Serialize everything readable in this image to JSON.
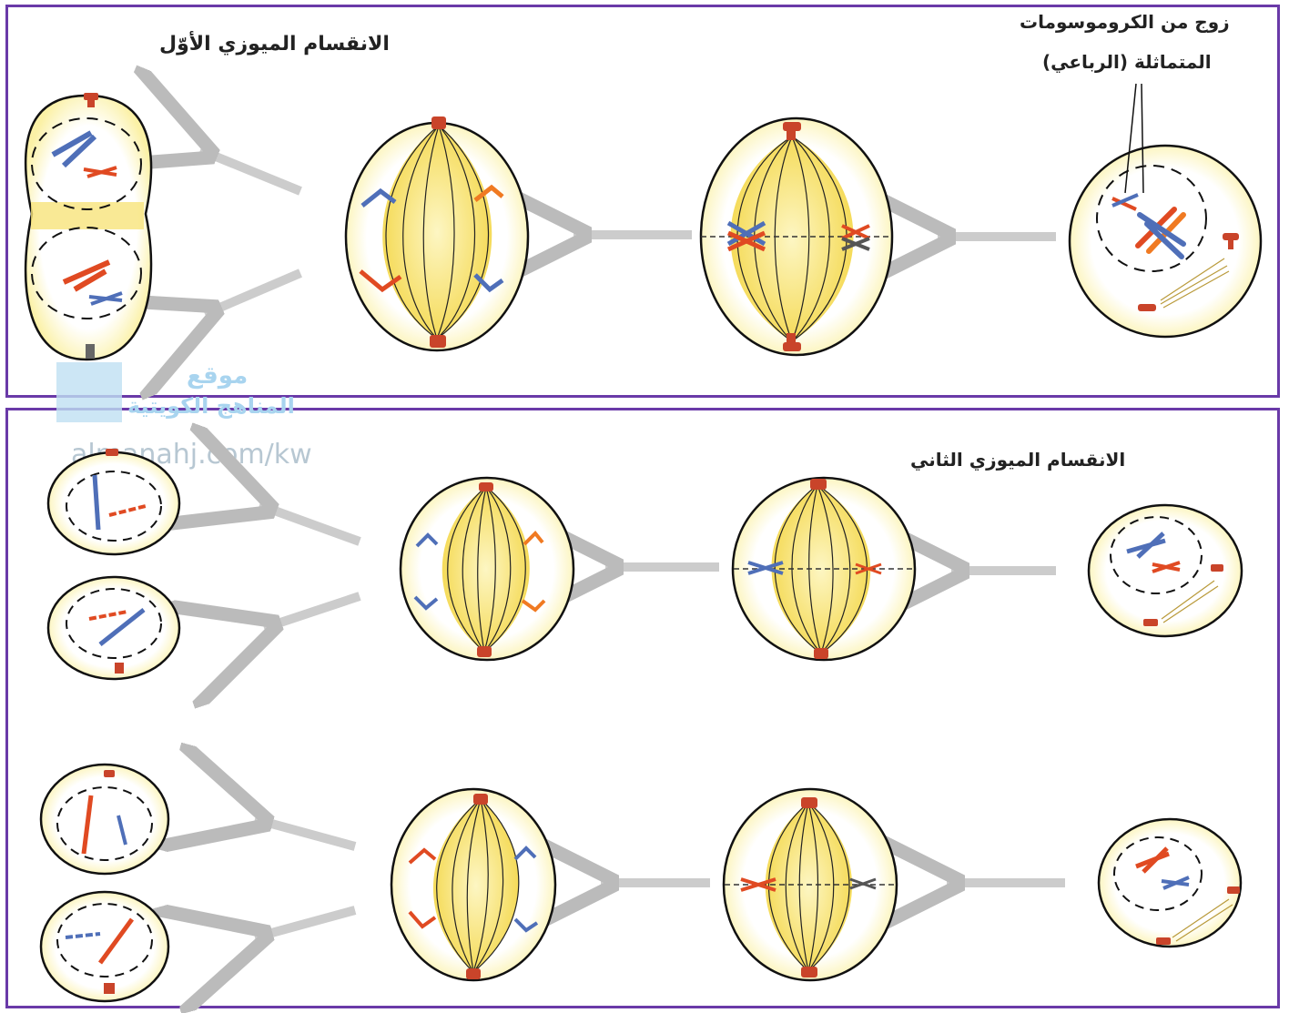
{
  "meiosis1": {
    "title": "الانقسام الميوزي الأوّل",
    "annotation_line1": "زوج من الكروموسومات",
    "annotation_line2": "المتماثلة (الرباعي)"
  },
  "meiosis2": {
    "title": "الانقسام الميوزي الثاني"
  },
  "watermark": {
    "line1": "موقع",
    "line2": "المناهج الكويتية",
    "url": "almanahj.com/kw"
  },
  "colors": {
    "frame": "#6a3aa8",
    "cytoplasm": "#fbf1a6",
    "spindle_fill": "#f6de5a",
    "chromosome_blue": "#4f6fb8",
    "chromosome_red": "#e04a22",
    "chromosome_orange": "#f07a22",
    "centrosome": "#c9442a"
  }
}
